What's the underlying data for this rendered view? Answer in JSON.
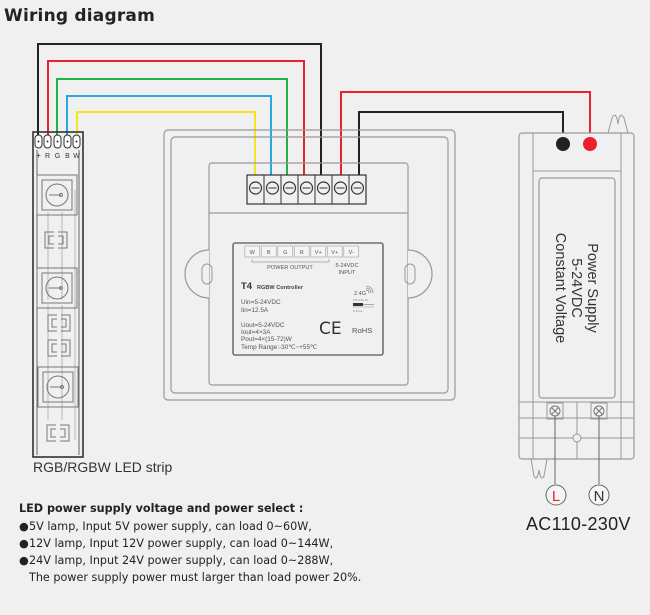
{
  "title": "Wiring diagram",
  "colors": {
    "background": "#f0f0f0",
    "wire_black": "#222222",
    "wire_red": "#e8232e",
    "wire_green": "#22b04b",
    "wire_blue": "#29a8e0",
    "wire_yellow": "#f2e61c",
    "outline": "#888888"
  },
  "led_strip": {
    "label": "RGB/RGBW LED strip",
    "pins": [
      "+",
      "R",
      "G",
      "B",
      "W"
    ]
  },
  "controller": {
    "terminal_count": 7,
    "terminals": [
      "W",
      "B",
      "G",
      "R",
      "V+",
      "V+",
      "V-"
    ],
    "output_group_label": "POWER OUTPUT",
    "input_group_label_line1": "5-24VDC",
    "input_group_label_line2": "INPUT",
    "model": "T4",
    "model_desc": "RGBW Controller",
    "uin": "Uin=5-24VDC",
    "iin": "Iin=12.5A",
    "uout": "Uout=5-24VDC",
    "iout": "Iout=4×3A",
    "pout": "Pout=4×(15-72)W",
    "temp": "Temp Range:-30℃~+55℃",
    "wireless": "2.4G",
    "wire_spec_top": "0.5-2.5mm²",
    "wire_spec_bottom": "6-7mm",
    "ce_mark": "CE",
    "rohs": "RoHS"
  },
  "power_supply": {
    "line1": "Power Supply",
    "line2": "5-24VDC",
    "line3": "Constant Voltage",
    "live_label": "L",
    "neutral_label": "N",
    "ac_label": "AC110-230V"
  },
  "notes": {
    "heading": "LED power supply voltage and power select :",
    "bullet_symbol": "●",
    "items": [
      "5V lamp, Input 5V power supply, can load 0~60W,",
      "12V lamp, Input 12V power supply, can load 0~144W,",
      "24V lamp, Input 24V power supply, can load 0~288W,"
    ],
    "tail": "The power supply power must larger than load power 20%."
  }
}
